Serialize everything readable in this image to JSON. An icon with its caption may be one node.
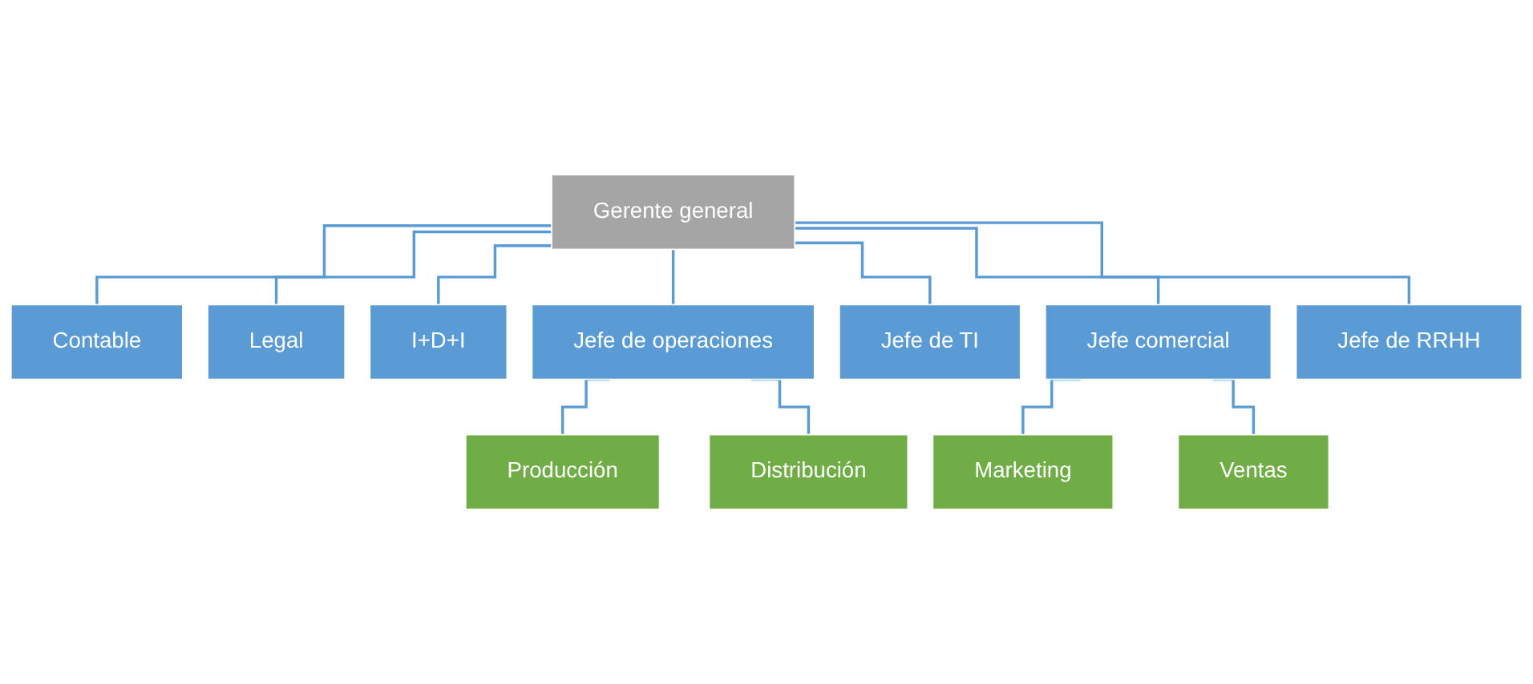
{
  "diagram": {
    "nodes": [
      {
        "text": [
          "Gerente general"
        ]
      },
      {
        "text": [
          "Contable"
        ]
      },
      {
        "text": [
          "Legal"
        ]
      },
      {
        "text": [
          "I+D+I"
        ]
      },
      {
        "text": [
          "Jefe de operaciones"
        ]
      },
      {
        "text": [
          "Jefe de TI"
        ]
      },
      {
        "text": [
          "Jefe comercial"
        ]
      },
      {
        "text": [
          "Jefe de RRHH"
        ]
      },
      {
        "text": [
          "Producción"
        ]
      },
      {
        "text": [
          "Distribución"
        ]
      },
      {
        "text": [
          "Marketing"
        ]
      },
      {
        "text": [
          "Ventas"
        ]
      }
    ],
    "edges": [
      {
        "from": 0,
        "to": 1,
        "arrow": "none"
      },
      {
        "from": 0,
        "to": 2,
        "arrow": "none"
      },
      {
        "from": 0,
        "to": 3,
        "arrow": "none"
      },
      {
        "from": 0,
        "to": 4,
        "arrow": "none"
      },
      {
        "from": 0,
        "to": 5,
        "arrow": "none"
      },
      {
        "from": 0,
        "to": 6,
        "arrow": "none"
      },
      {
        "from": 0,
        "to": 7,
        "arrow": "none"
      },
      {
        "from": 4,
        "to": 8,
        "arrow": "none"
      },
      {
        "from": 4,
        "to": 9,
        "arrow": "none"
      },
      {
        "from": 6,
        "to": 10,
        "arrow": "none"
      },
      {
        "from": 6,
        "to": 11,
        "arrow": "none"
      }
    ]
  }
}
